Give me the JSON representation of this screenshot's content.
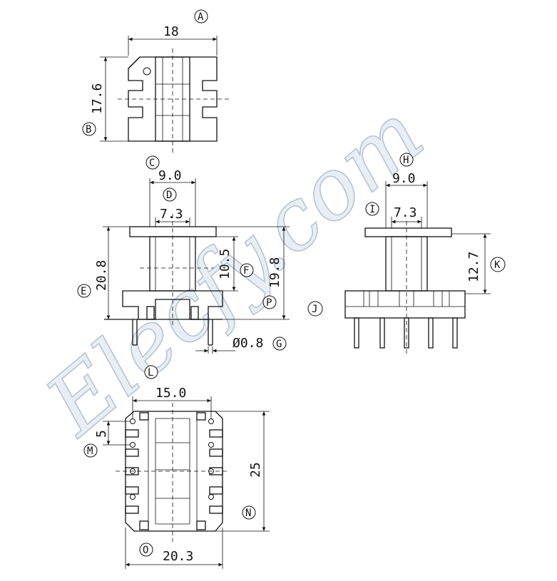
{
  "watermark": "Elecfy.com",
  "views": {
    "top": {
      "view_label": "A",
      "width_dim": "18",
      "height_dim": "17.6",
      "height_label": "B"
    },
    "front": {
      "flange_dim": "9.0",
      "flange_label": "C",
      "core_dim": "7.3",
      "core_label": "D",
      "total_height_dim": "20.8",
      "total_height_label": "E",
      "window_dim": "10.5",
      "window_label": "F",
      "body_height_dim": "19.8",
      "body_height_label": "P",
      "pin_dim": "Ø0.8",
      "pin_label": "G",
      "view_label": "J"
    },
    "side": {
      "flange_dim": "9.0",
      "flange_label": "H",
      "core_dim": "7.3",
      "core_label": "I",
      "height_dim": "12.7",
      "height_label": "K"
    },
    "bottom": {
      "pin_span_dim": "15.0",
      "pin_span_label": "L",
      "pitch_dim": "5",
      "pitch_label": "M",
      "length_dim": "25",
      "length_label": "N",
      "width_dim": "20.3",
      "width_label": "O"
    }
  }
}
